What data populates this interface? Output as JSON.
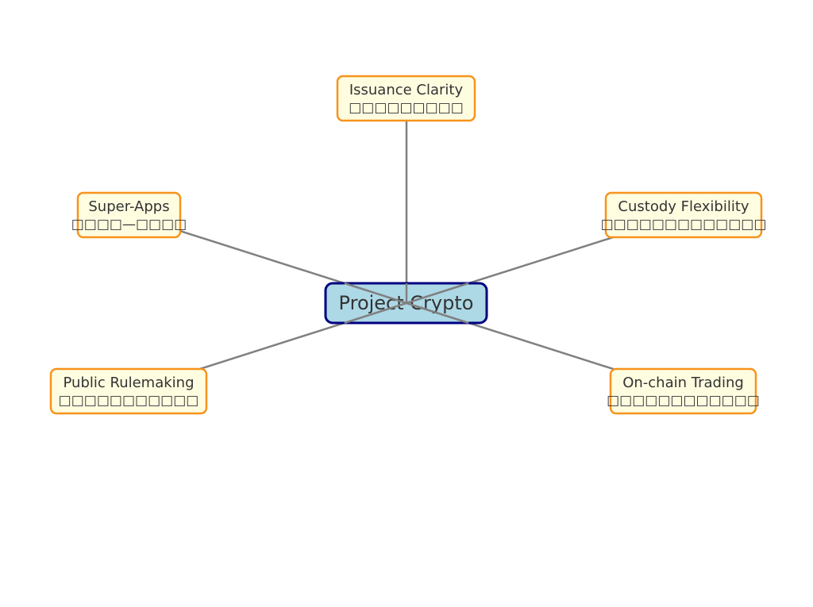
{
  "colors": {
    "background": "#ffffff",
    "center_fill": "#add8e6",
    "center_stroke": "#000080",
    "leaf_fill": "#fffde0",
    "leaf_stroke": "#f7931e",
    "edge": "#808080",
    "text": "#333333"
  },
  "center": {
    "label": "Project Crypto"
  },
  "nodes": [
    {
      "id": "issuance",
      "title": "Issuance Clarity",
      "subtitle": "□□□□□□□□□"
    },
    {
      "id": "custody",
      "title": "Custody Flexibility",
      "subtitle": "□□□□□□□□□□□□□"
    },
    {
      "id": "onchain",
      "title": "On-chain Trading",
      "subtitle": "□□□□□□□□□□□□"
    },
    {
      "id": "rulemaking",
      "title": "Public Rulemaking",
      "subtitle": "□□□□□□□□□□□"
    },
    {
      "id": "superapps",
      "title": "Super-Apps",
      "subtitle": "□□□□—□□□□"
    }
  ]
}
